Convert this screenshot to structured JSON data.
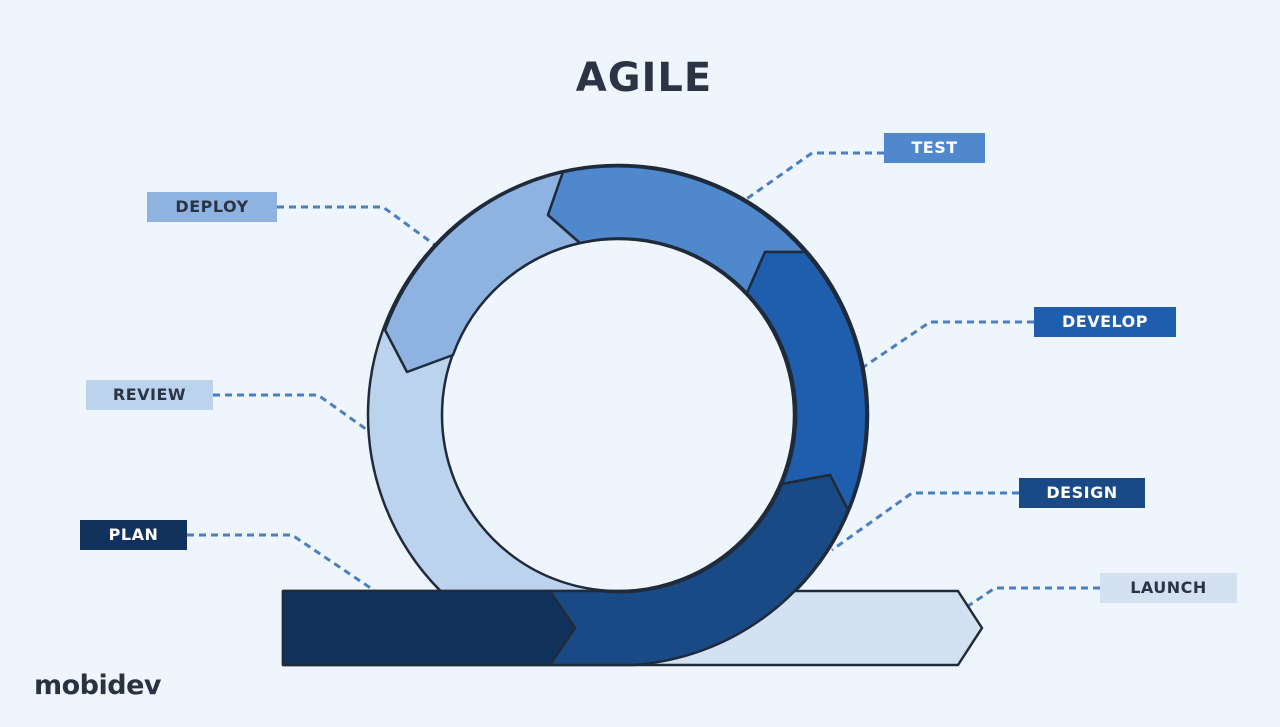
{
  "title": "AGILE",
  "stages": {
    "deploy": {
      "label": "DEPLOY",
      "color": "#8fb3e0"
    },
    "test": {
      "label": "TEST",
      "color": "#4f88cc"
    },
    "develop": {
      "label": "DEVELOP",
      "color": "#1e5eac"
    },
    "review": {
      "label": "REVIEW",
      "color": "#bcd3ee"
    },
    "plan": {
      "label": "PLAN",
      "color": "#12325e"
    },
    "design": {
      "label": "DESIGN",
      "color": "#1a4a85"
    },
    "launch": {
      "label": "LAUNCH",
      "color": "#d3e1f2"
    }
  },
  "logo": "mobidev"
}
